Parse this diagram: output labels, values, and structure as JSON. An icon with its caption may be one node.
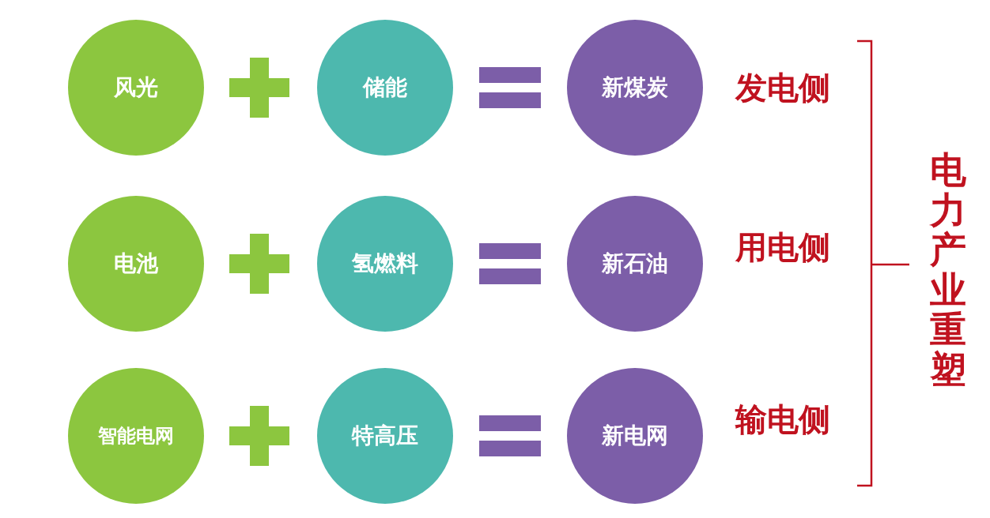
{
  "diagram": {
    "nodes": [
      {
        "text": [
          "风光"
        ]
      },
      {
        "text": [
          "储能"
        ]
      },
      {
        "text": [
          "新煤炭"
        ]
      },
      {
        "text": [
          "电池"
        ]
      },
      {
        "text": [
          "氢燃料"
        ]
      },
      {
        "text": [
          "新石油"
        ]
      },
      {
        "text": [
          "智能电网"
        ]
      },
      {
        "text": [
          "特高压"
        ]
      },
      {
        "text": [
          "新电网"
        ]
      }
    ],
    "edges": [],
    "labels": [
      "发电侧",
      "用电侧",
      "输电侧",
      "电力产业重塑"
    ]
  }
}
